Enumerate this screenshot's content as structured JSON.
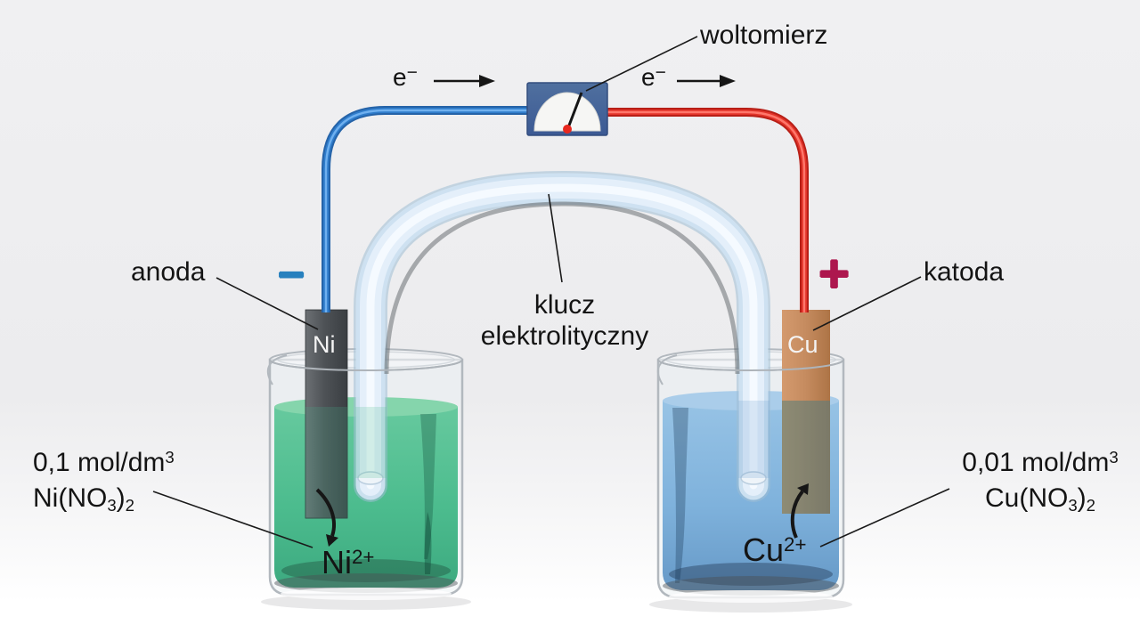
{
  "labels": {
    "voltmeter": "woltomierz",
    "salt_bridge_line1": "klucz",
    "salt_bridge_line2": "elektrolityczny",
    "anode": "anoda",
    "cathode": "katoda",
    "minus": "−",
    "plus": "+",
    "electron": {
      "base": "e",
      "sup": "−"
    },
    "nickel_electrode": "Ni",
    "copper_electrode": "Cu",
    "nickel_ion": {
      "base": "Ni",
      "sup": "2+"
    },
    "copper_ion": {
      "base": "Cu",
      "sup": "2+"
    }
  },
  "left_solution": {
    "concentration": "0,1 mol/dm",
    "concentration_sup": "3",
    "formula_head": "Ni(NO",
    "formula_sub1": "3",
    "formula_close": ")",
    "formula_sub2": "2"
  },
  "right_solution": {
    "concentration": "0,01 mol/dm",
    "concentration_sup": "3",
    "formula_head": "Cu(NO",
    "formula_sub1": "3",
    "formula_close": ")",
    "formula_sub2": "2"
  },
  "colors": {
    "negative_wire": "#2f7ccb",
    "positive_wire": "#e2342a",
    "minus_sign": "#2780be",
    "plus_sign": "#ad174e",
    "voltmeter_body": "#46669f",
    "needle_pivot": "#e8281e",
    "nickel_solution": "#4cbc8e",
    "copper_solution": "#7fb2dc",
    "nickel_electrode": "#54585c",
    "copper_electrode": "#c58b5f",
    "salt_bridge_glass": "#d8e9f6"
  }
}
